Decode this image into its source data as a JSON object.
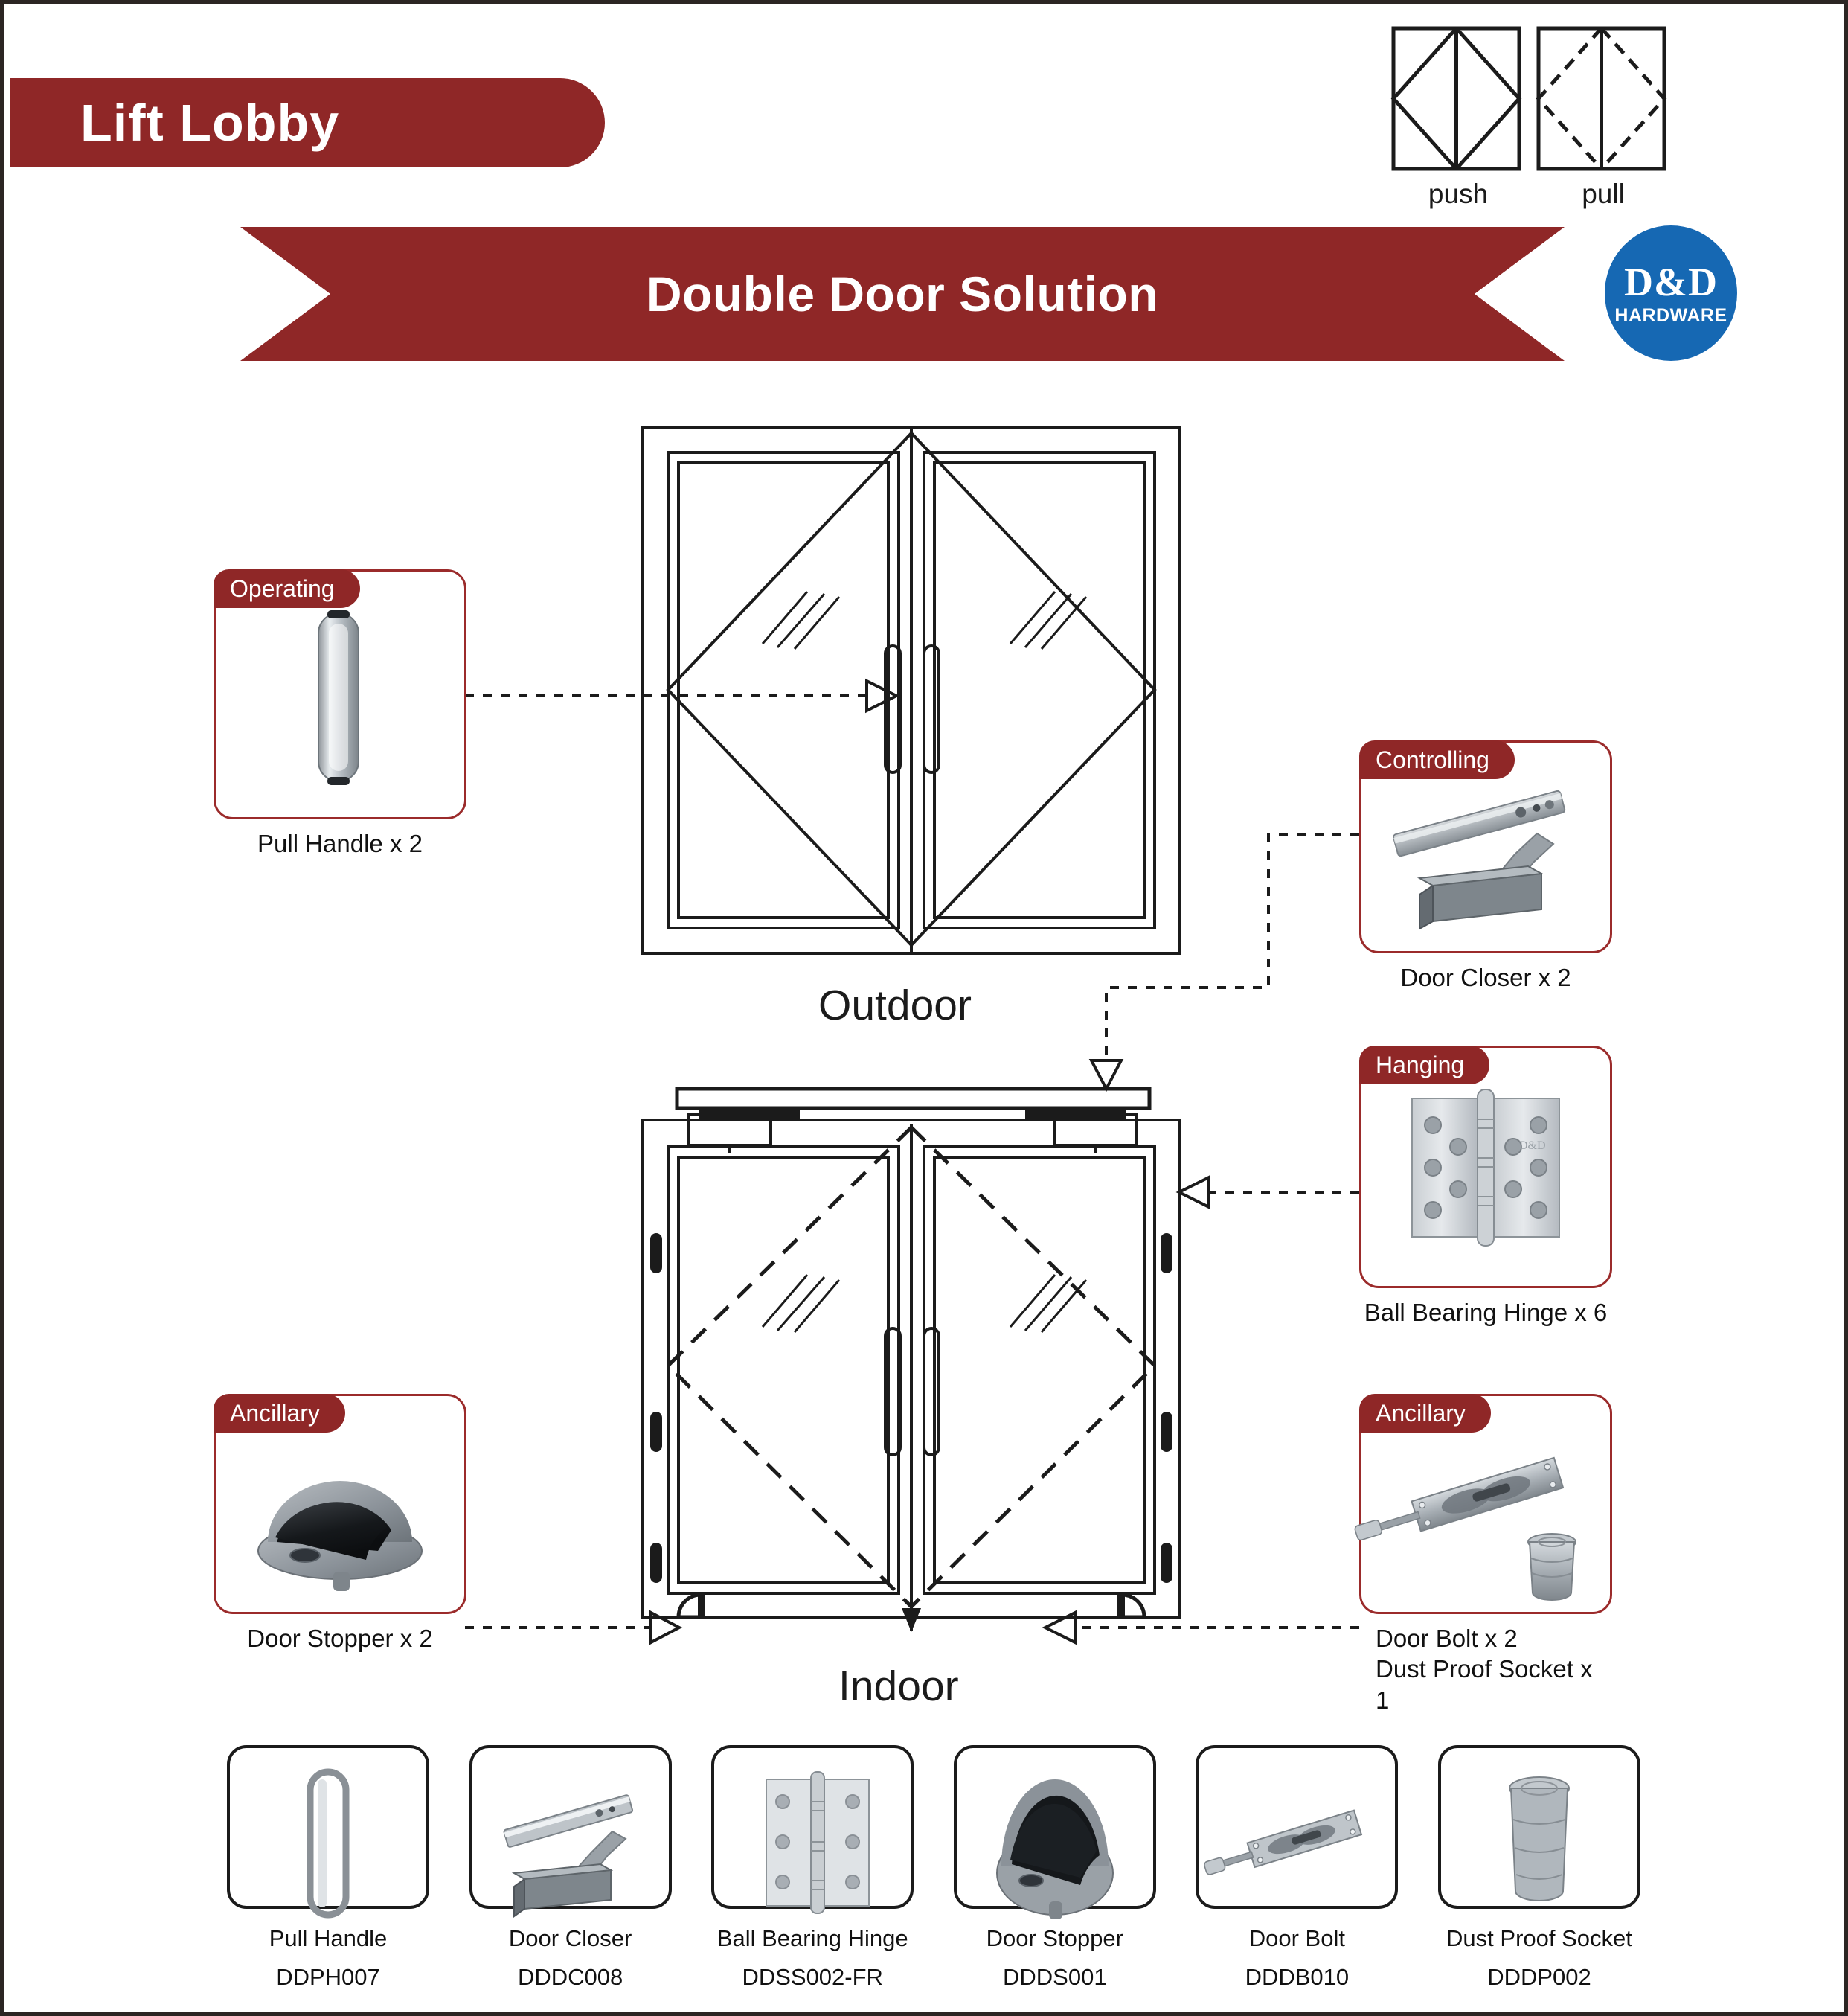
{
  "page": {
    "room_title": "Lift Lobby",
    "banner_title": "Double Door Solution",
    "brand": {
      "name": "D&D",
      "subtitle": "HARDWARE",
      "color": "#1668b3"
    },
    "accent_red": "#8f2727",
    "border_red": "#9b2b2b"
  },
  "legend": {
    "push_label": "push",
    "pull_label": "pull"
  },
  "views": {
    "outdoor_label": "Outdoor",
    "indoor_label": "Indoor"
  },
  "callouts": [
    {
      "tab": "Operating",
      "caption": "Pull Handle x 2",
      "icon": "pull-handle-icon"
    },
    {
      "tab": "Controlling",
      "caption": "Door Closer x 2",
      "icon": "door-closer-icon"
    },
    {
      "tab": "Hanging",
      "caption": "Ball Bearing Hinge x 6",
      "icon": "ball-bearing-hinge-icon"
    },
    {
      "tab": "Ancillary",
      "caption": "Door Stopper x 2",
      "icon": "door-stopper-icon"
    },
    {
      "tab": "Ancillary",
      "caption": "Door Bolt x 2\nDust  Proof Socket  x 1",
      "icon": "door-bolt-icon"
    }
  ],
  "products": [
    {
      "name": "Pull Handle",
      "code": "DDPH007",
      "icon": "pull-handle-icon"
    },
    {
      "name": "Door Closer",
      "code": "DDDC008",
      "icon": "door-closer-icon"
    },
    {
      "name": "Ball Bearing Hinge",
      "code": "DDSS002-FR",
      "icon": "ball-bearing-hinge-icon"
    },
    {
      "name": "Door Stopper",
      "code": "DDDS001",
      "icon": "door-stopper-icon"
    },
    {
      "name": "Door Bolt",
      "code": "DDDB010",
      "icon": "door-bolt-icon"
    },
    {
      "name": "Dust Proof Socket",
      "code": "DDDP002",
      "icon": "dust-proof-socket-icon"
    }
  ]
}
